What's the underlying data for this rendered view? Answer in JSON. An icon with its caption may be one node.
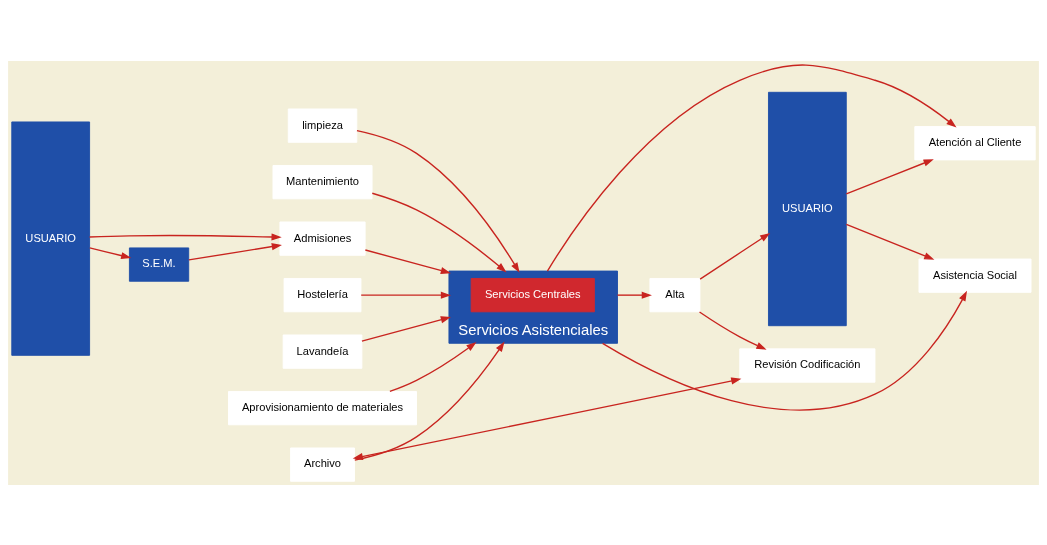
{
  "diagram": {
    "nodes": [
      {
        "text": [
          "USUARIO"
        ]
      },
      {
        "text": [
          "Aprovisionamiento de materiales"
        ]
      },
      {
        "text": [
          "limpieza"
        ]
      },
      {
        "text": [
          "Mantenimiento"
        ]
      },
      {
        "text": [
          "Servicios Asistenciales"
        ]
      },
      {
        "text": [
          "Servicios Centrales"
        ],
        "in": 4
      },
      {
        "text": [
          "Asistencia Social"
        ]
      },
      {
        "text": [
          "Atención al Cliente"
        ]
      },
      {
        "text": [
          "USUARIO"
        ]
      },
      {
        "text": [
          "Admisiones"
        ]
      },
      {
        "text": [
          "Alta"
        ]
      },
      {
        "text": [
          "S.E.M."
        ]
      },
      {
        "text": [
          "Hostelería"
        ]
      },
      {
        "text": [
          "Lavandeía"
        ]
      },
      {
        "text": [
          "Archivo"
        ]
      },
      {
        "text": [
          "Revisión Codificación"
        ]
      }
    ],
    "edges": [
      {
        "from": 0,
        "to": 9,
        "arrow": "to"
      },
      {
        "from": 0,
        "to": 11,
        "arrow": "to"
      },
      {
        "from": 11,
        "to": 9,
        "arrow": "to"
      },
      {
        "from": 9,
        "to": 4,
        "arrow": "to"
      },
      {
        "from": 1,
        "to": 4,
        "arrow": "to"
      },
      {
        "from": 2,
        "to": 4,
        "arrow": "to"
      },
      {
        "from": 3,
        "to": 4,
        "arrow": "to"
      },
      {
        "from": 4,
        "to": 6,
        "arrow": "to"
      },
      {
        "from": 8,
        "to": 6,
        "arrow": "to"
      },
      {
        "from": 4,
        "to": 7,
        "arrow": "to"
      },
      {
        "from": 8,
        "to": 7,
        "arrow": "to"
      },
      {
        "from": 4,
        "to": 10,
        "arrow": "to"
      },
      {
        "from": 10,
        "to": 8,
        "arrow": "to"
      },
      {
        "from": 10,
        "to": 15,
        "arrow": "to"
      },
      {
        "from": 14,
        "to": 15,
        "arrow": "both"
      },
      {
        "from": 12,
        "to": 4,
        "arrow": "to"
      },
      {
        "from": 13,
        "to": 4,
        "arrow": "to"
      },
      {
        "from": 14,
        "to": 4,
        "arrow": "to"
      }
    ]
  }
}
